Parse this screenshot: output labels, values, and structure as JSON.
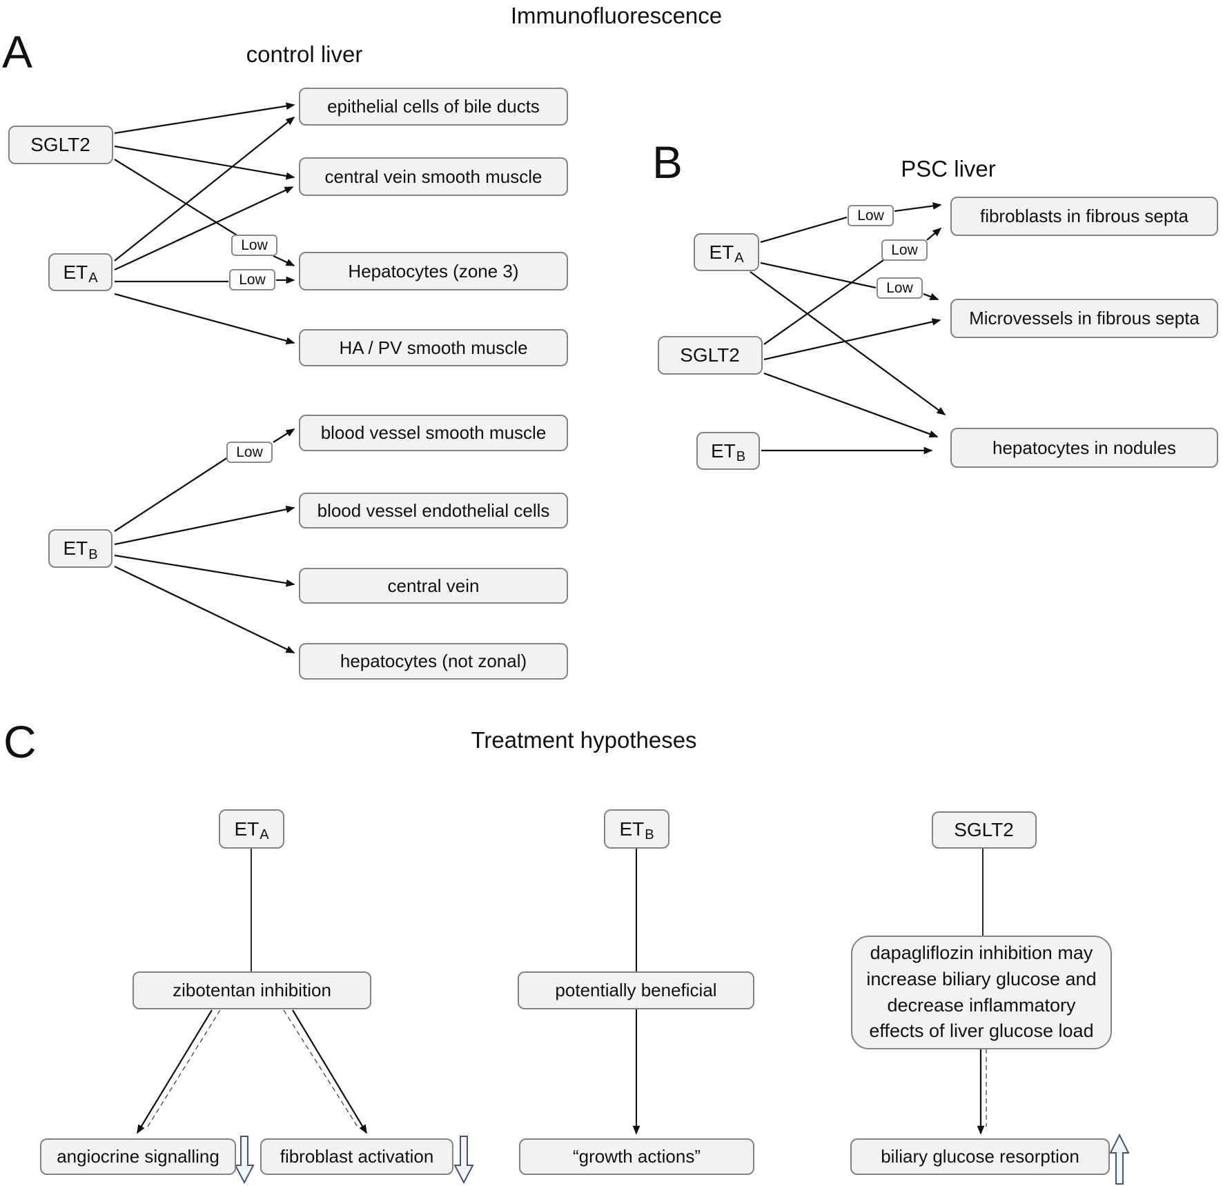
{
  "figure_title": "Immunofluorescence",
  "low_label": "Low",
  "panelA": {
    "label": "A",
    "title": "control liver",
    "receptors": {
      "sglt2": {
        "text": "SGLT2",
        "sub": ""
      },
      "eta": {
        "text": "ET",
        "sub": "A"
      },
      "etb": {
        "text": "ET",
        "sub": "B"
      }
    },
    "targets": {
      "epithelial": "epithelial cells of bile ducts",
      "central_vein_smooth": "central vein smooth muscle",
      "hepatocytes_zone3": "Hepatocytes (zone 3)",
      "ha_pv_smooth": "HA / PV smooth muscle",
      "bv_smooth": "blood vessel smooth muscle",
      "bv_endothelial": "blood vessel endothelial cells",
      "central_vein": "central vein",
      "hepatocytes_not_zonal": "hepatocytes (not zonal)"
    }
  },
  "panelB": {
    "label": "B",
    "title": "PSC liver",
    "receptors": {
      "eta": {
        "text": "ET",
        "sub": "A"
      },
      "sglt2": {
        "text": "SGLT2",
        "sub": ""
      },
      "etb": {
        "text": "ET",
        "sub": "B"
      }
    },
    "targets": {
      "fibroblasts": "fibroblasts in fibrous septa",
      "microvessels": "Microvessels in fibrous septa",
      "hepatocytes_nodules": "hepatocytes in nodules"
    }
  },
  "panelC": {
    "label": "C",
    "title": "Treatment hypotheses",
    "receptors": {
      "eta": {
        "text": "ET",
        "sub": "A"
      },
      "etb": {
        "text": "ET",
        "sub": "B"
      },
      "sglt2": {
        "text": "SGLT2",
        "sub": ""
      }
    },
    "boxes": {
      "zibotentan": "zibotentan inhibition",
      "beneficial": "potentially beneficial",
      "dapagliflozin": "dapagliflozin inhibition may increase biliary glucose and decrease inflammatory effects of liver glucose load",
      "angiocrine": "angiocrine signalling",
      "fibroblast": "fibroblast activation",
      "growth": "“growth actions”",
      "biliary": "biliary glucose resorption"
    }
  },
  "colors": {
    "box_fill": "#f2f2f2",
    "box_border": "#828282",
    "arrow": "#111111",
    "trend_arrow_border": "#44546a",
    "trend_arrow_fill": "#f2f5fa"
  }
}
